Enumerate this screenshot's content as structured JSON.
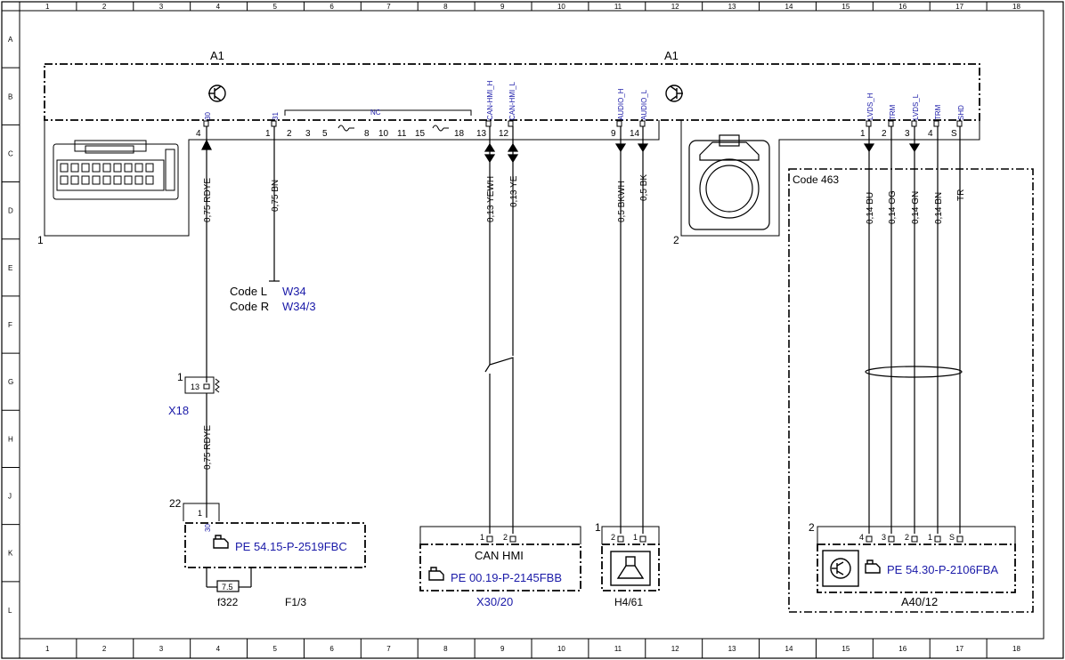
{
  "colors": {
    "line": "#000000",
    "link": "#1a1aa8"
  },
  "grid": {
    "columns": [
      "1",
      "2",
      "3",
      "4",
      "5",
      "6",
      "7",
      "8",
      "9",
      "10",
      "11",
      "12",
      "13",
      "14",
      "15",
      "16",
      "17",
      "18"
    ],
    "rows": [
      "A",
      "B",
      "C",
      "D",
      "E",
      "F",
      "G",
      "H",
      "J",
      "K",
      "L"
    ]
  },
  "module": {
    "label_left": "A1",
    "label_right": "A1",
    "connector1_ref": "1",
    "connector2_ref": "2",
    "transistor_icon": "transistor-icon",
    "nc_label": "NC",
    "pins_left": [
      {
        "num": "4",
        "signal": "30"
      },
      {
        "num": "1",
        "signal": "31"
      },
      {
        "num": "2"
      },
      {
        "num": "3"
      },
      {
        "num": "5"
      },
      {
        "num": "8"
      },
      {
        "num": "10"
      },
      {
        "num": "11"
      },
      {
        "num": "15"
      },
      {
        "num": "18"
      },
      {
        "num": "13",
        "signal": "CAN-HMI_H"
      },
      {
        "num": "12",
        "signal": "CAN-HMI_L"
      },
      {
        "num": "9",
        "signal": "AUDIO_H"
      },
      {
        "num": "14",
        "signal": "AUDIO_L"
      }
    ],
    "pins_right": [
      {
        "num": "1",
        "signal": "LVDS_H"
      },
      {
        "num": "2",
        "signal": "TRM"
      },
      {
        "num": "3",
        "signal": "LVDS_L"
      },
      {
        "num": "4",
        "signal": "TRM"
      },
      {
        "num": "S",
        "signal": "SHD"
      }
    ]
  },
  "wires": {
    "w30": {
      "label": "0,75 RDYE"
    },
    "w31": {
      "label": "0,75 BN"
    },
    "w30b": {
      "label": "0,75 RDYE"
    },
    "can_h": {
      "label": "0,13 YEWH"
    },
    "can_l": {
      "label": "0,13 YE"
    },
    "audio_h": {
      "label": "0,5 BKWH"
    },
    "audio_l": {
      "label": "0,5 BK"
    },
    "lvds_h": {
      "label": "0,14 BU"
    },
    "trm1": {
      "label": "0,14 OG"
    },
    "lvds_l": {
      "label": "0,14 GN"
    },
    "trm2": {
      "label": "0,14 BN"
    },
    "shd": {
      "label": "TR"
    }
  },
  "ground_refs": {
    "line1_label": "Code L",
    "line1_link": "W34",
    "line2_label": "Code R",
    "line2_link": "W34/3"
  },
  "x18": {
    "ref": "1",
    "pin": "13",
    "name": "X18"
  },
  "f1_3": {
    "conn_ref": "22",
    "pin": "1",
    "pin_signal": "30",
    "doc_link": "PE 54.15-P-2519FBC",
    "fuse_value": "7.5",
    "fuse_name": "f322",
    "name": "F1/3"
  },
  "x30_20": {
    "pins": [
      "1",
      "2"
    ],
    "label": "CAN HMI",
    "doc_link": "PE 00.19-P-2145FBB",
    "name": "X30/20"
  },
  "h4_61": {
    "ref": "1",
    "pins": [
      "2",
      "1"
    ],
    "name": "H4/61",
    "speaker_icon": "speaker-icon"
  },
  "code463": {
    "label": "Code 463",
    "conn_ref": "2",
    "pins": [
      "4",
      "3",
      "2",
      "1",
      "S"
    ],
    "doc_link": "PE 54.30-P-2106FBA",
    "name": "A40/12",
    "camera_icon": "camera-icon"
  },
  "ref_icon": "hand-pointer-icon"
}
